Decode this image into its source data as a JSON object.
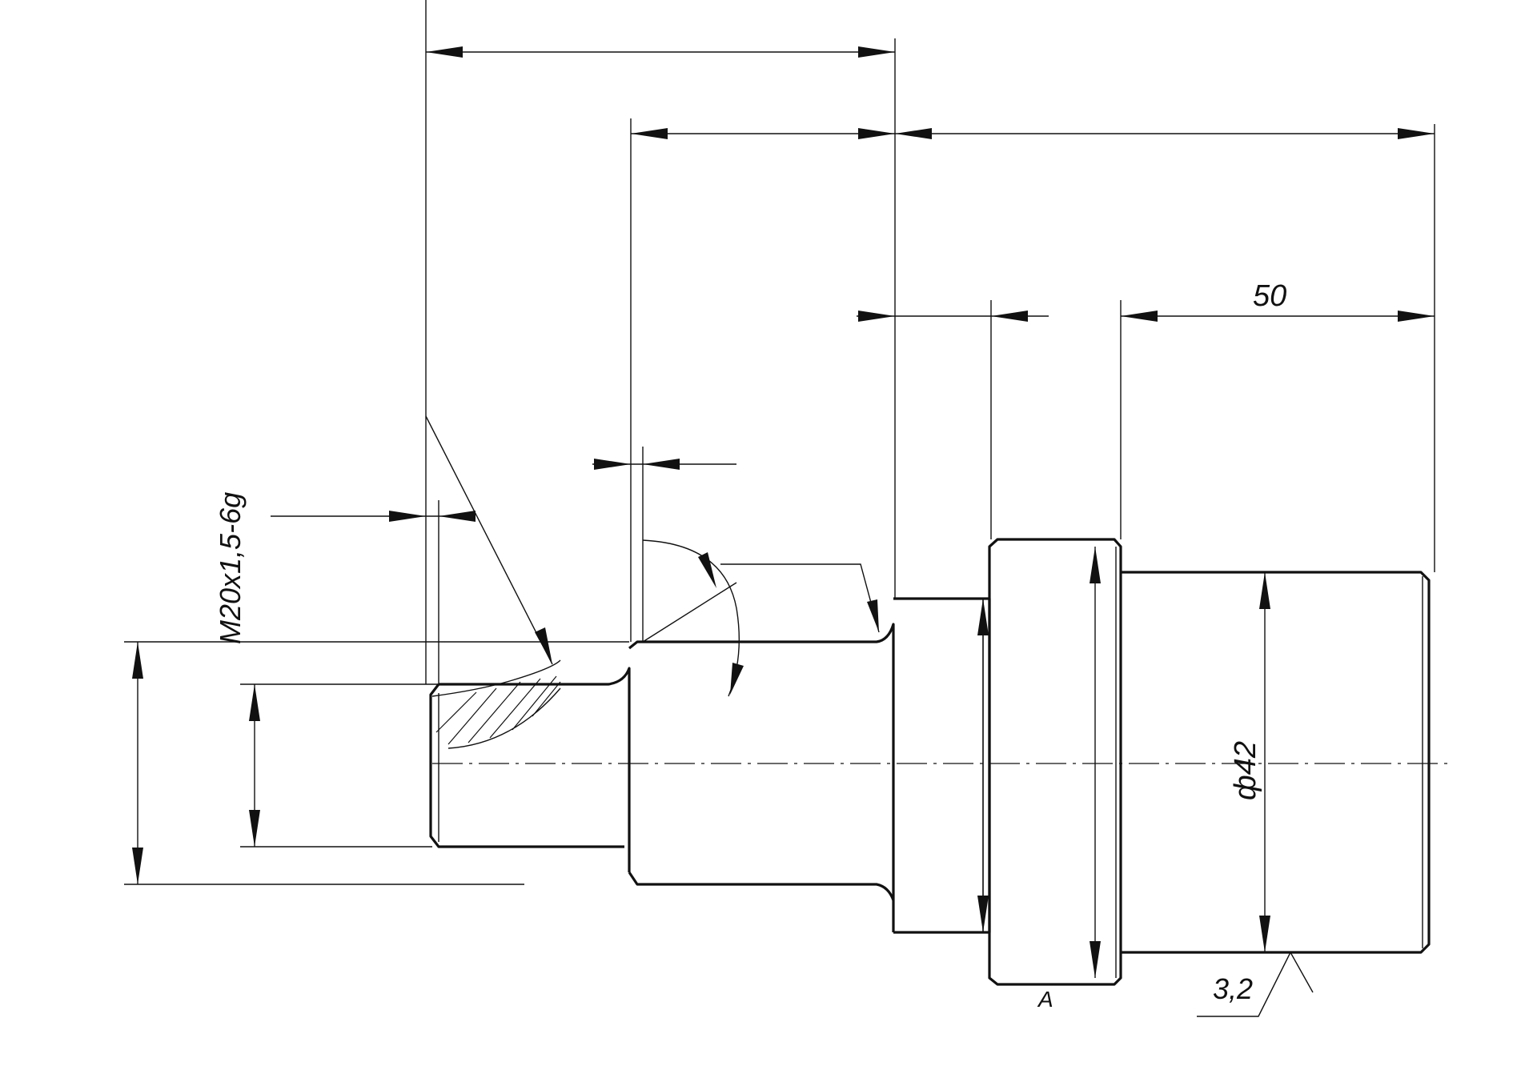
{
  "dimensions": {
    "thread": "M20x1,5-6g",
    "diameter_42": "ф42",
    "length_50": "50"
  },
  "surface_finish": {
    "roughness": "3,2"
  },
  "markers": {
    "datum": "A"
  }
}
